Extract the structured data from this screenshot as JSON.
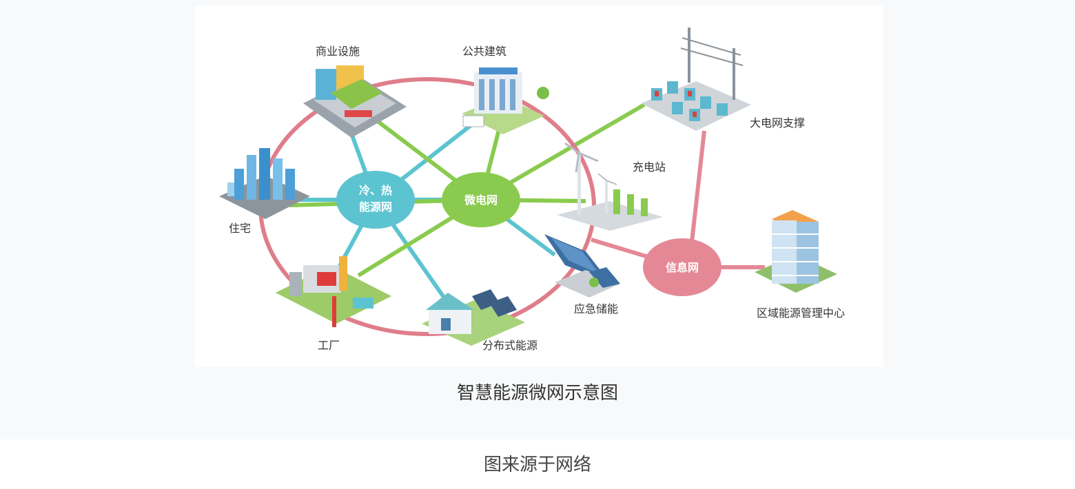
{
  "hubs": {
    "thermal": {
      "line1": "冷、热",
      "line2": "能源网"
    },
    "microgrid": "微电网",
    "info": "信息网"
  },
  "nodes": {
    "commercial": "商业设施",
    "public": "公共建筑",
    "residential": "住宅",
    "factory": "工厂",
    "distributed": "分布式能源",
    "storage": "应急储能",
    "charging": "充电站",
    "grid": "大电网支撑",
    "center": "区域能源管理中心"
  },
  "caption": "智慧能源微网示意图",
  "source": "图来源于网络",
  "colors": {
    "ring": "#e07d8a",
    "thermal": "#5cc4d0",
    "microgrid": "#8acb4f",
    "info": "#e58896"
  }
}
